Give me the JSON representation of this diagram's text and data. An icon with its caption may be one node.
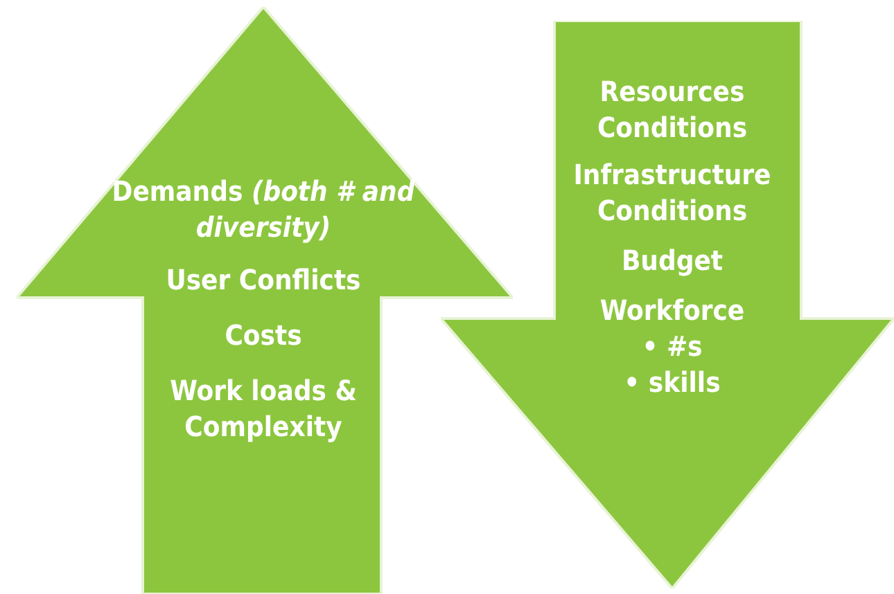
{
  "diagram": {
    "nodes": [
      {
        "text": [
          "Demands *(both # and diversity)*",
          "User Conflicts",
          "Costs",
          "Work loads & Complexity"
        ]
      },
      {
        "text": [
          "Resources Conditions",
          "Infrastructure Conditions",
          "Budget",
          "Workforce",
          "• #s",
          "• skills"
        ]
      }
    ],
    "edges": []
  }
}
